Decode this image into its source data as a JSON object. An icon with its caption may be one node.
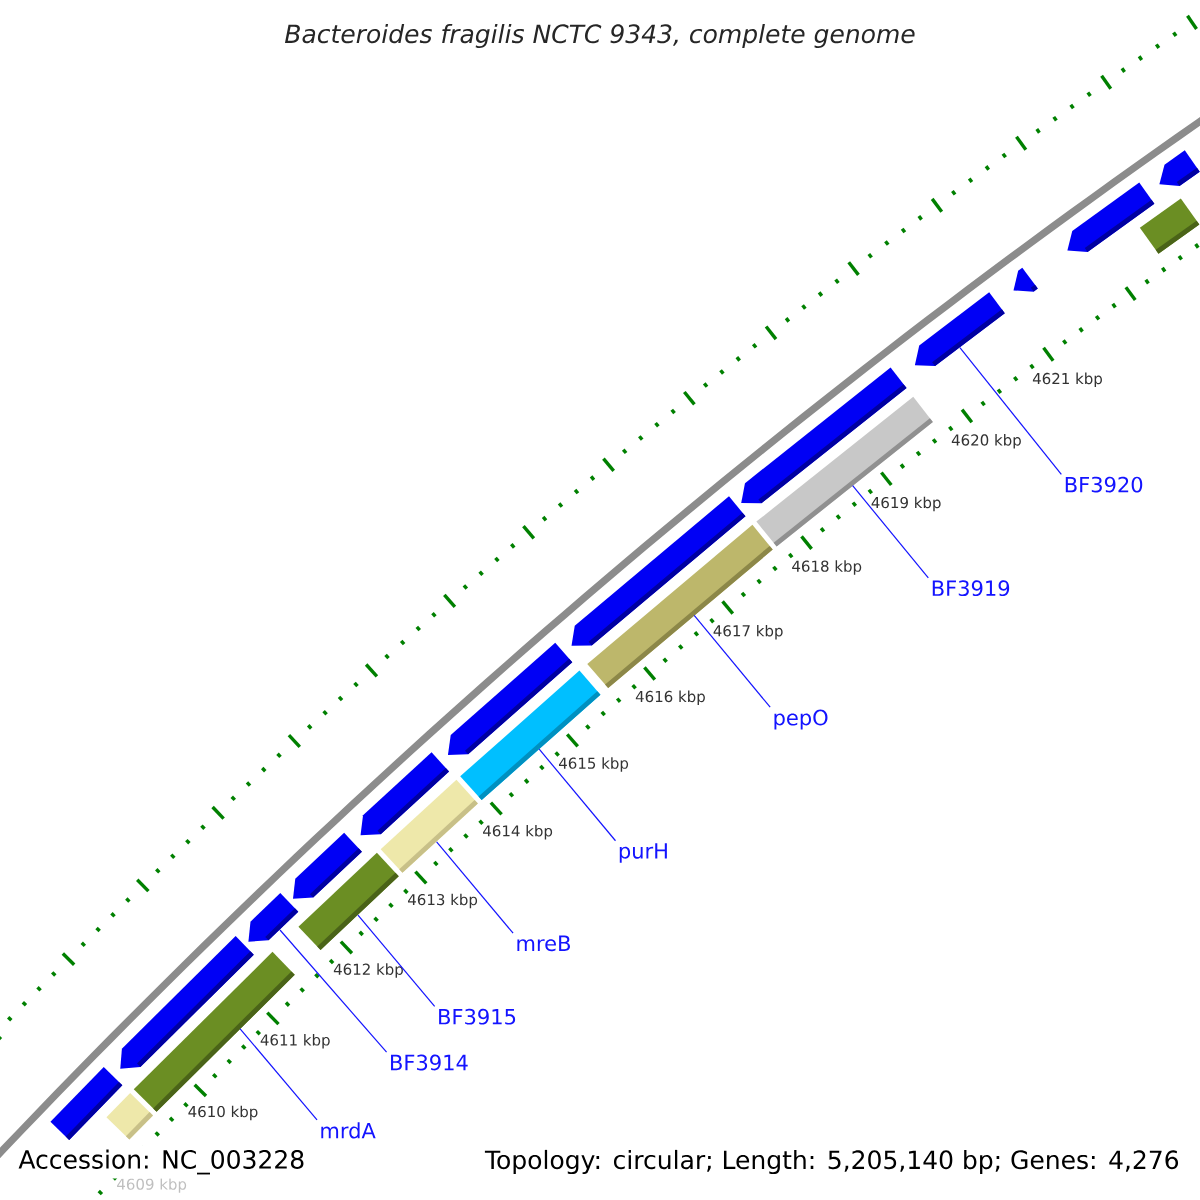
{
  "diagram": {
    "title": "Bacteroides fragilis NCTC 9343, complete genome",
    "nodes": [
      {
        "text": [
          "mrdA"
        ]
      },
      {
        "text": [
          "BF3914"
        ]
      },
      {
        "text": [
          "BF3915"
        ]
      },
      {
        "text": [
          "mreB"
        ]
      },
      {
        "text": [
          "purH"
        ]
      },
      {
        "text": [
          "pepO"
        ]
      },
      {
        "text": [
          "BF3919"
        ]
      },
      {
        "text": [
          "BF3920"
        ]
      },
      {
        "text": [],
        "shape": "bar"
      },
      {
        "text": [],
        "shape": "bar"
      },
      {
        "text": [],
        "shape": "bar"
      },
      {
        "text": [],
        "shape": "bar"
      },
      {
        "text": [],
        "shape": "bar"
      },
      {
        "text": [],
        "shape": "bar"
      },
      {
        "text": [],
        "shape": "bar"
      },
      {
        "text": [],
        "shape": "bar"
      },
      {
        "text": [],
        "shape": "bar"
      },
      {
        "text": [],
        "shape": "bar"
      },
      {
        "text": [],
        "shape": "bar"
      },
      {
        "text": [],
        "shape": "bar"
      },
      {
        "text": [],
        "shape": "bar"
      },
      {
        "text": [],
        "shape": "bar"
      },
      {
        "text": [],
        "shape": "bar"
      },
      {
        "text": [],
        "shape": "bar"
      },
      {
        "text": [],
        "shape": "bar"
      },
      {
        "text": [],
        "shape": "bar"
      },
      {
        "text": [],
        "shape": "bar"
      },
      {
        "text": [],
        "shape": "bar"
      }
    ],
    "edges": [
      {
        "from": 0,
        "to": 10,
        "arrow": "none"
      },
      {
        "from": 1,
        "to": 12,
        "arrow": "none"
      },
      {
        "from": 2,
        "to": 13,
        "arrow": "none"
      },
      {
        "from": 3,
        "to": 16,
        "arrow": "none"
      },
      {
        "from": 4,
        "to": 17,
        "arrow": "none"
      },
      {
        "from": 5,
        "to": 20,
        "arrow": "none"
      },
      {
        "from": 6,
        "to": 22,
        "arrow": "none"
      },
      {
        "from": 7,
        "to": 23,
        "arrow": "none"
      }
    ],
    "labels": [
      "4609 kbp",
      "4610 kbp",
      "4611 kbp",
      "4612 kbp",
      "4613 kbp",
      "4614 kbp",
      "4615 kbp",
      "4616 kbp",
      "4617 kbp",
      "4618 kbp",
      "4619 kbp",
      "4620 kbp",
      "4621 kbp",
      "Accession: NC_003228",
      "Topology: circular; Length: 5,205,140 bp; Genes: 4,276"
    ]
  }
}
